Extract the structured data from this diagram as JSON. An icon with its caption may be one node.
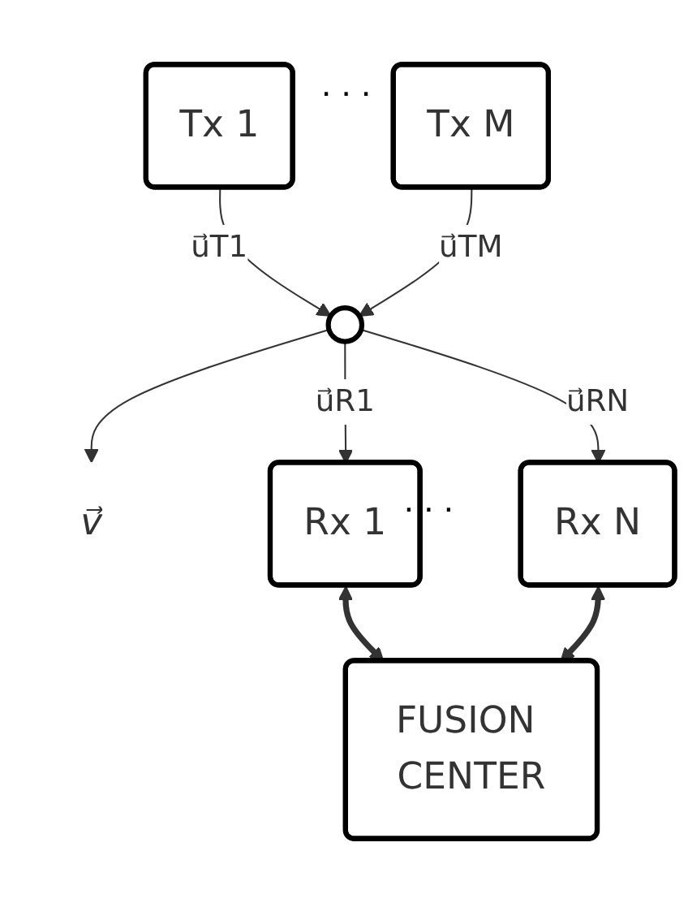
{
  "diagram": {
    "nodes": [
      {
        "text": [
          "Tx 1"
        ]
      },
      {
        "text": [
          "Tx M"
        ]
      },
      {
        "text": [],
        "shape": "circle"
      },
      {
        "text": [
          "v⃗"
        ]
      },
      {
        "text": [
          "Rx 1"
        ]
      },
      {
        "text": [
          "Rx N"
        ]
      },
      {
        "text": [
          "FUSION CENTER"
        ]
      }
    ],
    "edges": [
      {
        "from": 0,
        "to": 2,
        "arrow": "to",
        "label": "u⃗T1"
      },
      {
        "from": 1,
        "to": 2,
        "arrow": "to",
        "label": "u⃗TM"
      },
      {
        "from": 2,
        "to": 4,
        "arrow": "to",
        "label": "u⃗R1"
      },
      {
        "from": 2,
        "to": 5,
        "arrow": "to",
        "label": "u⃗RN"
      },
      {
        "from": 2,
        "to": 3,
        "arrow": "to"
      },
      {
        "from": 4,
        "to": 6,
        "arrow": "both",
        "style": "thick"
      },
      {
        "from": 5,
        "to": 6,
        "arrow": "both",
        "style": "thick"
      }
    ],
    "labels": [
      ". . .",
      ". . ."
    ]
  }
}
